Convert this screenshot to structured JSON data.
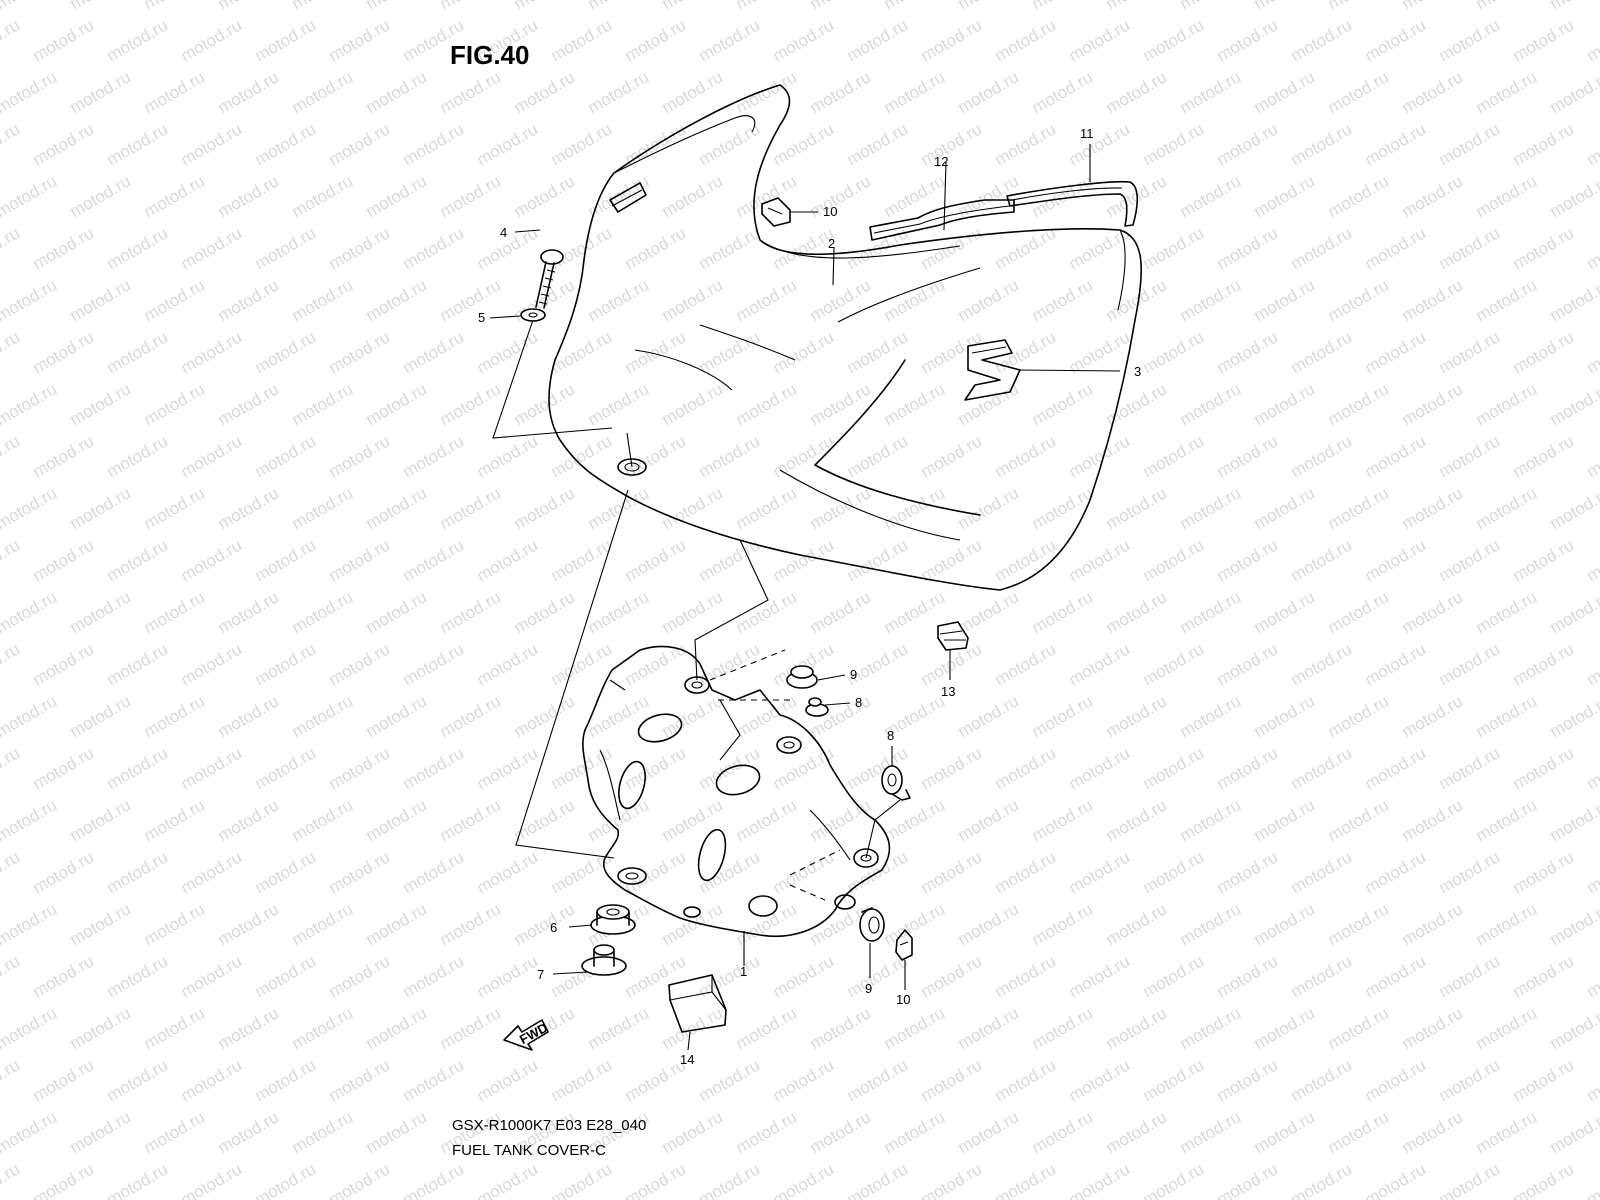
{
  "figure": {
    "title": "FIG.40",
    "code": "GSX-R1000K7 E03 E28_040",
    "name": "FUEL TANK COVER-C"
  },
  "watermark": {
    "text": "motod.ru",
    "color": "#d9d9d9"
  },
  "fwd_label": "FWD",
  "callouts": [
    {
      "id": "c1",
      "label": "1"
    },
    {
      "id": "c2",
      "label": "2"
    },
    {
      "id": "c3",
      "label": "3"
    },
    {
      "id": "c4",
      "label": "4"
    },
    {
      "id": "c5",
      "label": "5"
    },
    {
      "id": "c6",
      "label": "6"
    },
    {
      "id": "c7",
      "label": "7"
    },
    {
      "id": "c8a",
      "label": "8"
    },
    {
      "id": "c8b",
      "label": "8"
    },
    {
      "id": "c9a",
      "label": "9"
    },
    {
      "id": "c9b",
      "label": "9"
    },
    {
      "id": "c10a",
      "label": "10"
    },
    {
      "id": "c10b",
      "label": "10"
    },
    {
      "id": "c11",
      "label": "11"
    },
    {
      "id": "c12",
      "label": "12"
    },
    {
      "id": "c13",
      "label": "13"
    },
    {
      "id": "c14",
      "label": "14"
    }
  ]
}
